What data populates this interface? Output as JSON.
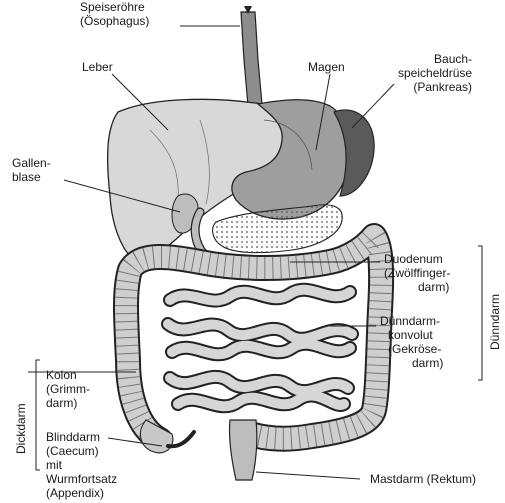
{
  "labels": {
    "esophagus": [
      "Speiseröhre",
      "(Ösophagus)"
    ],
    "liver": [
      "Leber"
    ],
    "stomach": [
      "Magen"
    ],
    "pancreas": [
      "Bauch-",
      "speicheldrüse",
      "(Pankreas)"
    ],
    "gallbladder": [
      "Gallen-",
      "blase"
    ],
    "duodenum": [
      "Duodenum",
      "(Zwölffinger-",
      "darm)"
    ],
    "small_intestine_coils": [
      "Dünndarm-",
      "konvolut",
      "(Gekröse-",
      "darm)"
    ],
    "colon": [
      "Kolon",
      "(Grimm-",
      "darm)"
    ],
    "caecum": [
      "Blinddarm",
      "(Caecum)",
      "mit",
      "Wurmfortsatz",
      "(Appendix)"
    ],
    "rectum": [
      "Mastdarm (Rektum)"
    ]
  },
  "groups": {
    "small_intestine": "Dünndarm",
    "large_intestine": "Dickdarm"
  },
  "colors": {
    "ink": "#1a1a1a",
    "organ_light": "#d4d4d4",
    "organ_mid": "#9a9a9a",
    "organ_dark": "#5a5a5a",
    "bowel": "#c8c8c8"
  }
}
